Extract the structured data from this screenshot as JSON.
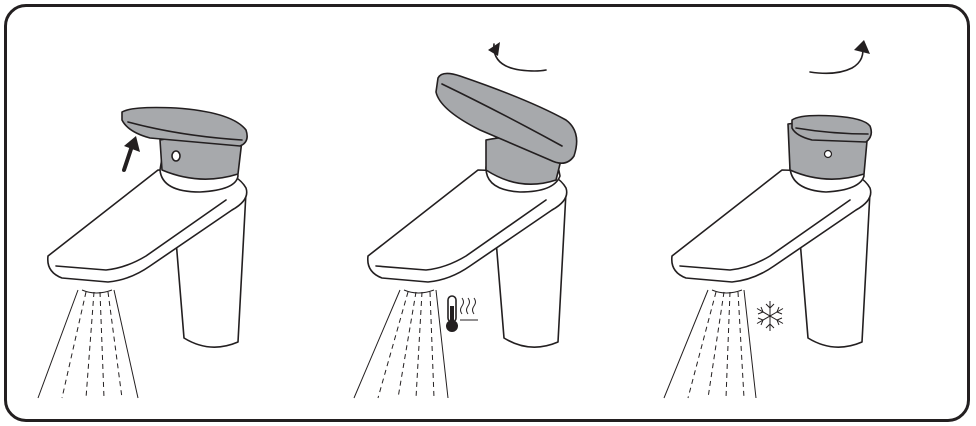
{
  "figure": {
    "panels": [
      {
        "id": "open",
        "action_icon": "arrow-up-icon",
        "handle_color": "#a7a9ac"
      },
      {
        "id": "hot",
        "action_icon": "rotate-left-icon",
        "temperature_icon": "thermometer-heat-icon",
        "handle_color": "#a7a9ac"
      },
      {
        "id": "cold",
        "action_icon": "rotate-right-icon",
        "temperature_icon": "snowflake-icon",
        "handle_color": "#a7a9ac"
      }
    ],
    "colors": {
      "line": "#231f20",
      "handle": "#a7a9ac",
      "background": "#ffffff"
    }
  }
}
